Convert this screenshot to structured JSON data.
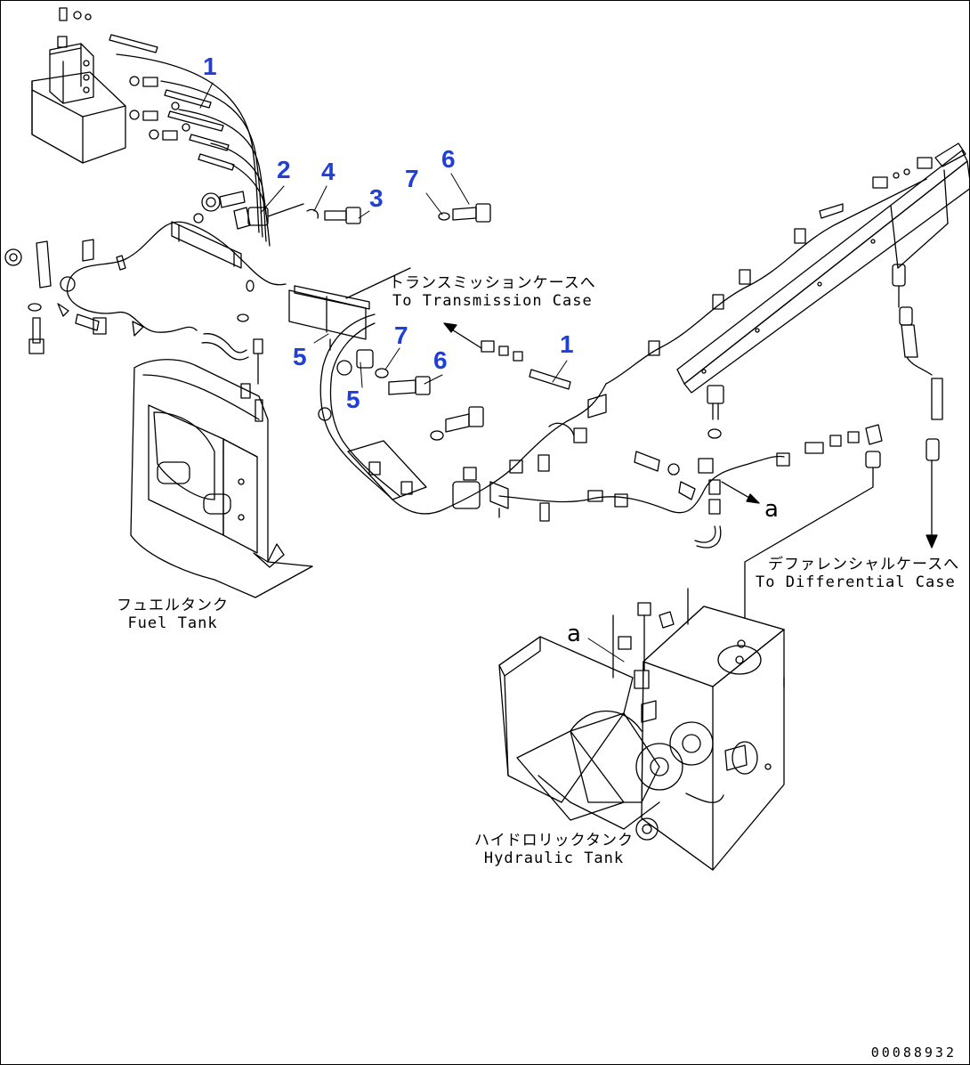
{
  "callouts": {
    "c1a": "1",
    "c2": "2",
    "c4": "4",
    "c3": "3",
    "c7a": "7",
    "c6a": "6",
    "c5a": "5",
    "c7b": "7",
    "c6b": "6",
    "c5b": "5",
    "c1b": "1"
  },
  "labels": {
    "transmission_jp": "トランスミッションケースへ",
    "transmission_en": "To Transmission Case",
    "differential_jp": "デファレンシャルケースへ",
    "differential_en": "To Differential Case",
    "fuel_jp": "フュエルタンク",
    "fuel_en": "Fuel Tank",
    "hydraulic_jp": "ハイドロリックタンク",
    "hydraulic_en": "Hydraulic Tank"
  },
  "ref_marks": {
    "a1": "a",
    "a2": "a"
  },
  "part_number": "00088932",
  "colors": {
    "callout": "#1f3fd6",
    "line": "#000000"
  }
}
